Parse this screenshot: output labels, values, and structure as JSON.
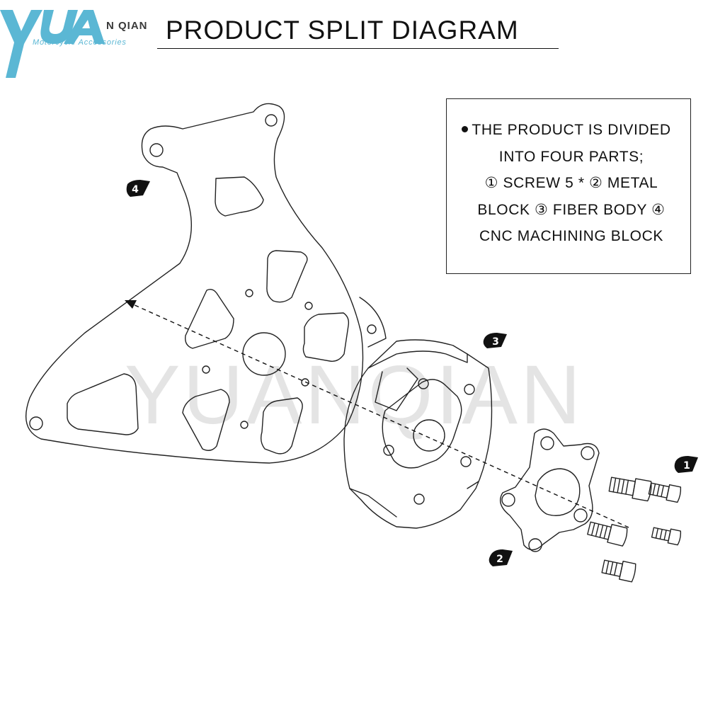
{
  "logo": {
    "letters": "YUA",
    "suffix": "N QIAN",
    "tagline": "Motorcycle Accessories",
    "color_main": "#5bb7d4",
    "color_dark": "#3a3a3a"
  },
  "title": "PRODUCT SPLIT DIAGRAM",
  "note": {
    "lines": [
      "THE PRODUCT IS DIVIDED",
      "INTO FOUR PARTS;",
      "① SCREW 5 * ② METAL",
      "BLOCK ③ FIBER BODY ④",
      "CNC MACHINING BLOCK"
    ]
  },
  "watermark": "YUANQIAN",
  "callouts": [
    "1",
    "2",
    "3",
    "4"
  ],
  "icons": {
    "bracket": "cnc-bracket-icon",
    "fiber": "fiber-body-icon",
    "metal": "metal-block-icon",
    "screws": "screw-icon"
  }
}
